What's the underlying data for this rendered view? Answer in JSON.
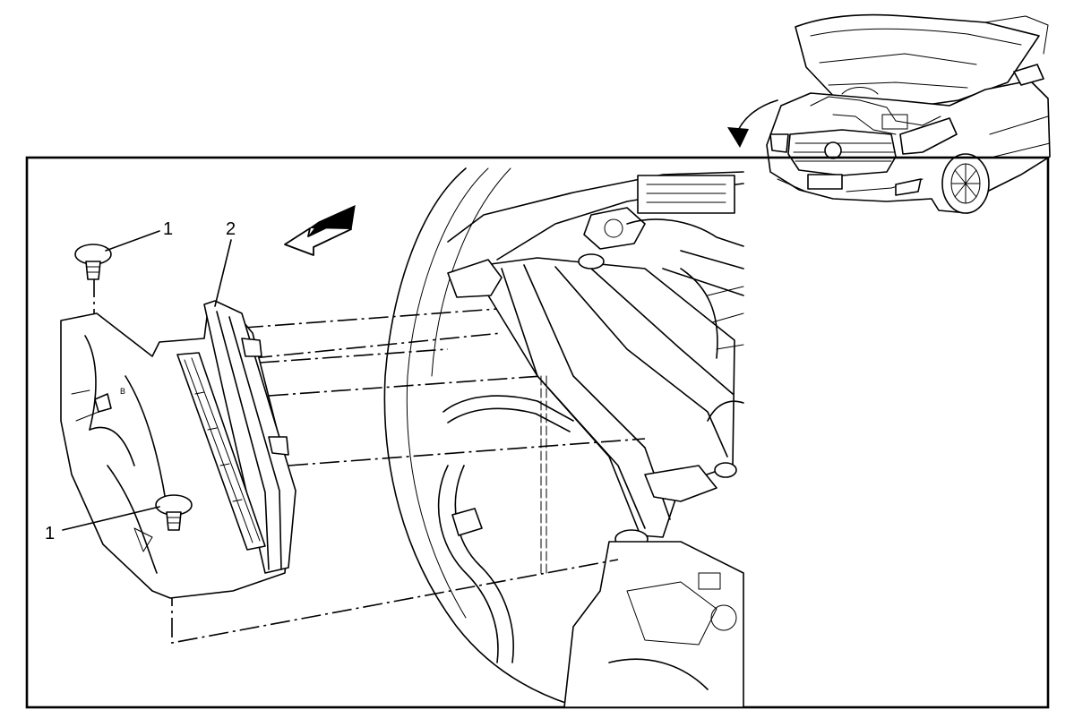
{
  "callouts": {
    "fastener_top": "1",
    "fastener_bottom": "1",
    "shield": "2"
  }
}
